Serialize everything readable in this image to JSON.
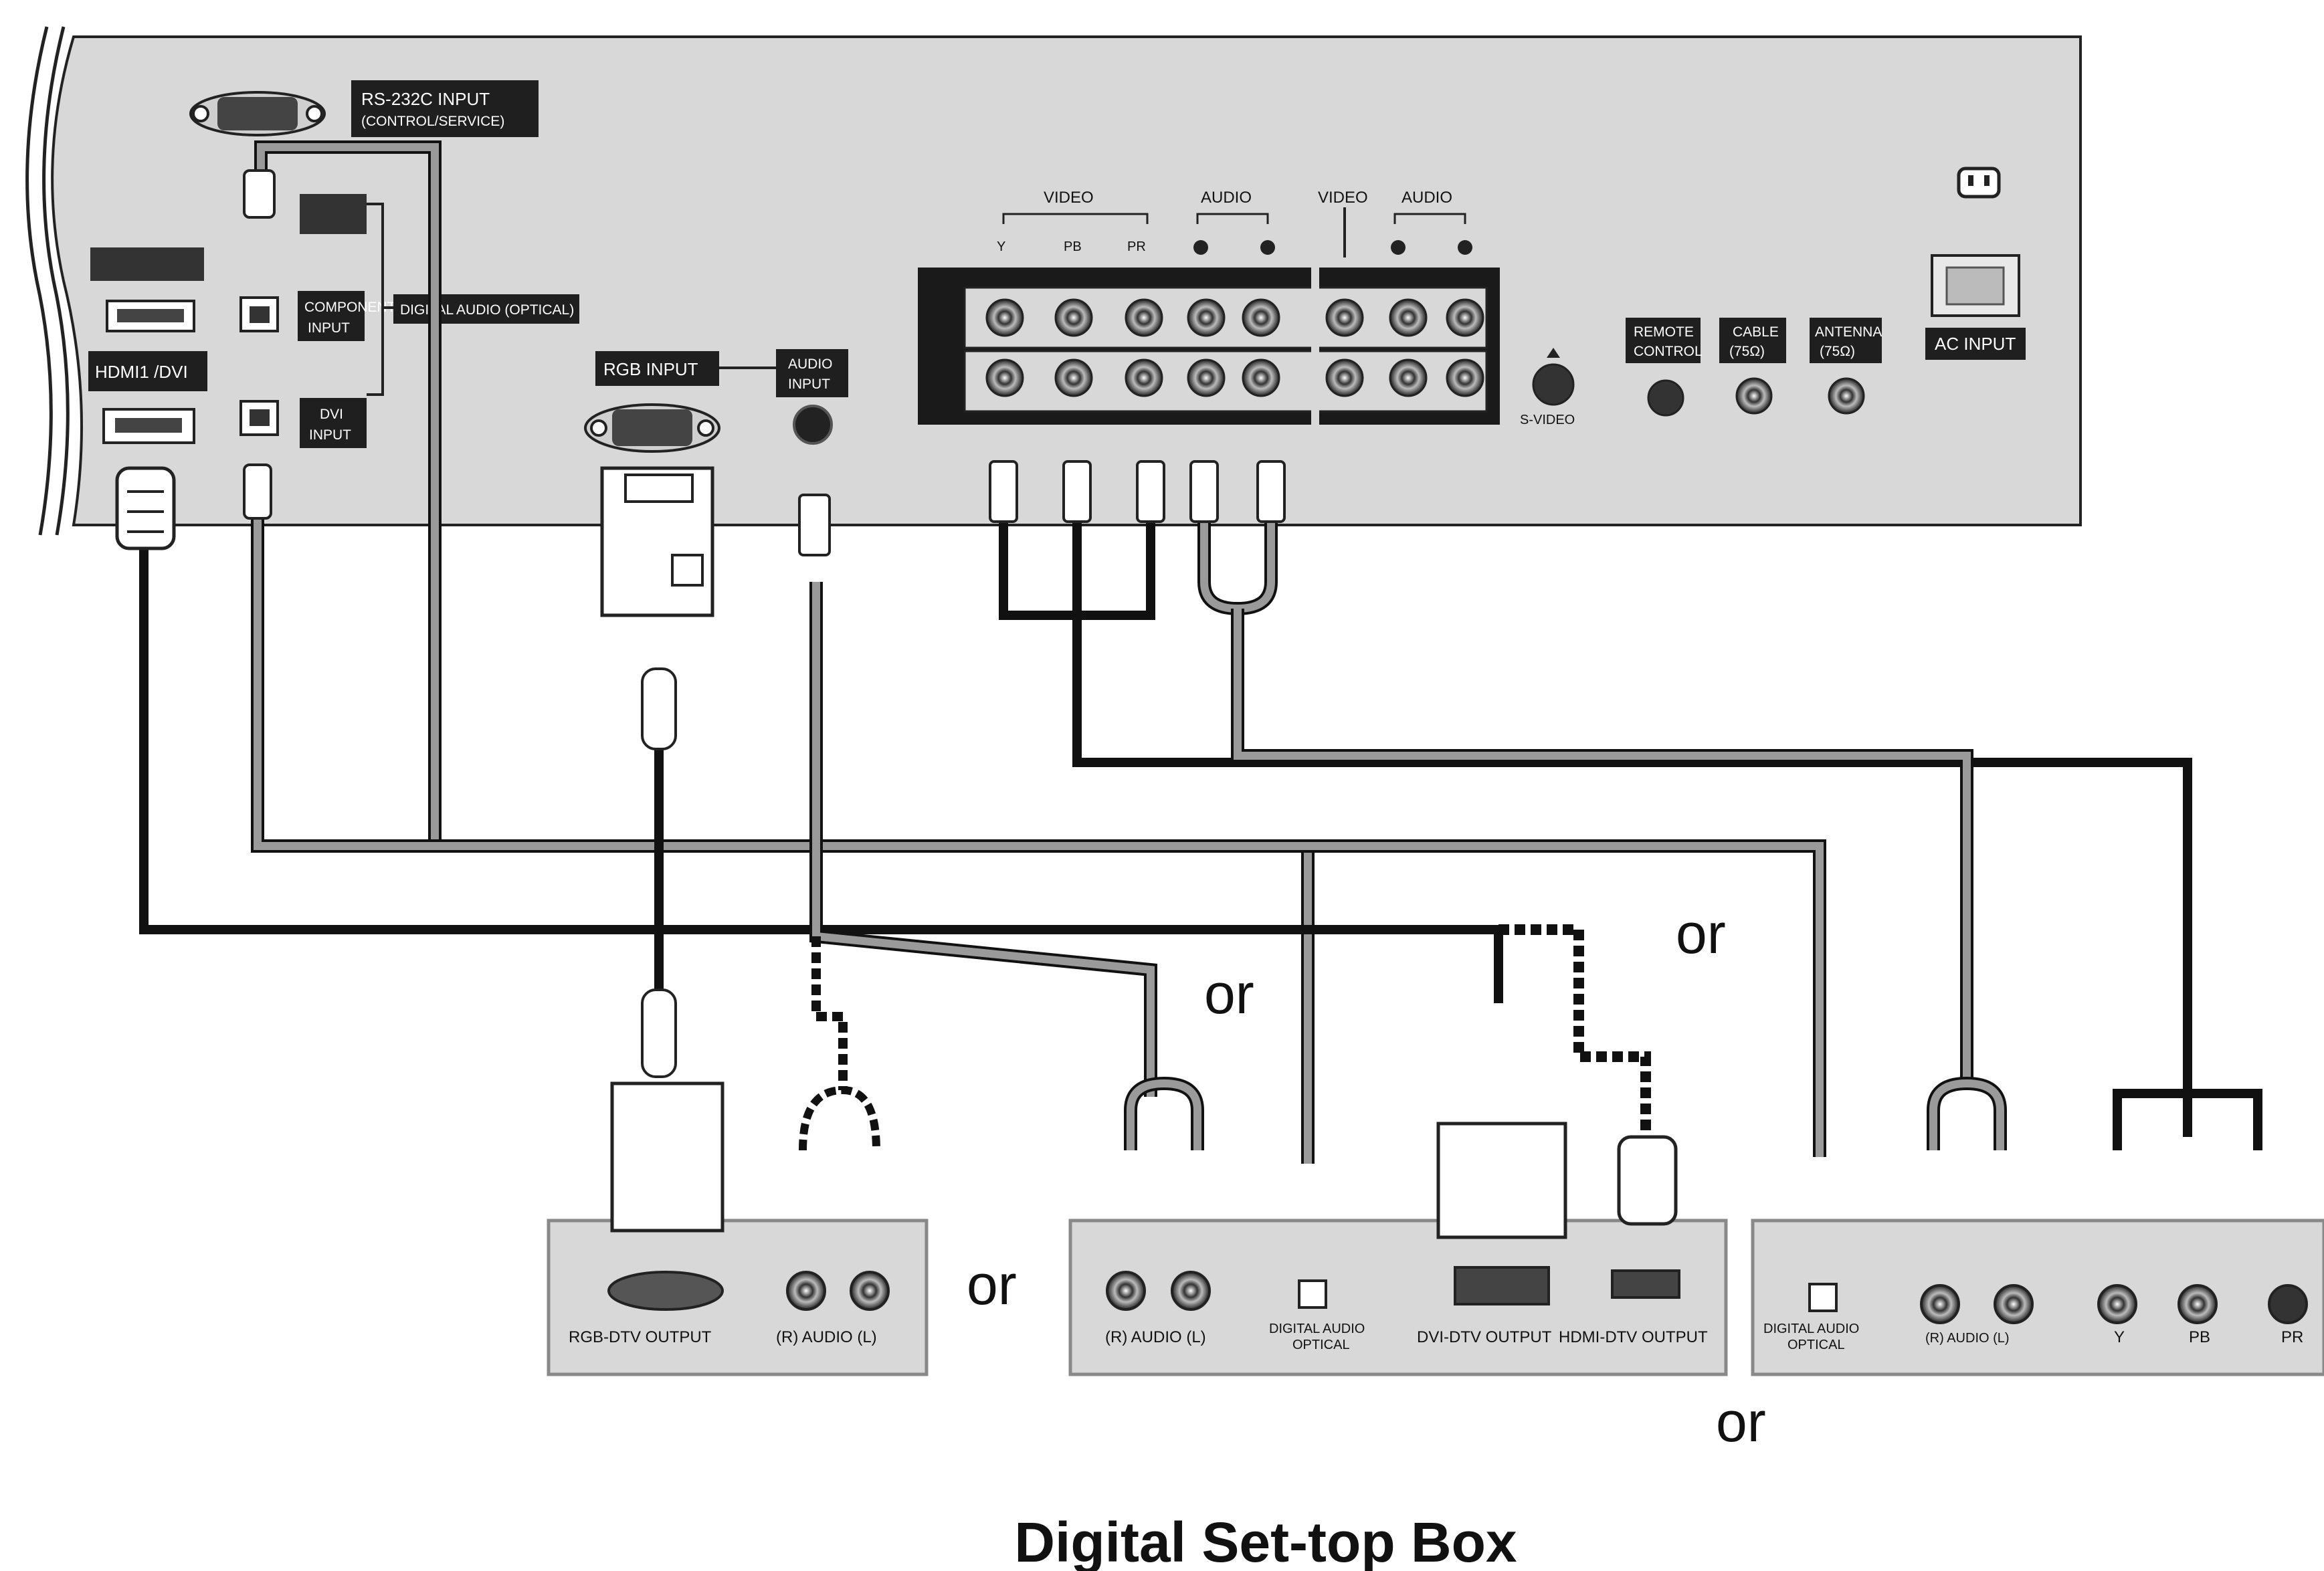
{
  "tv_panel": {
    "rs232": "RS-232C INPUT",
    "rs232_sub": "(CONTROL/SERVICE)",
    "hdmi1": "HDMI1 /DVI",
    "component_input": [
      "COMPONENT",
      "INPUT"
    ],
    "digital_audio_optical": "DIGITAL AUDIO (OPTICAL)",
    "dvi_input": [
      "DVI",
      "INPUT"
    ],
    "rgb_input": "RGB INPUT",
    "audio_input": [
      "AUDIO",
      "INPUT"
    ],
    "video_header": "VIDEO",
    "audio_header": "AUDIO",
    "video_header_2": "VIDEO",
    "audio_header_2": "AUDIO",
    "jack_y": "Y",
    "jack_pb": "PB",
    "jack_pr": "PR",
    "s_video": "S-VIDEO",
    "remote_control": [
      "REMOTE",
      "CONTROL"
    ],
    "cable": [
      "CABLE",
      "(75Ω)"
    ],
    "antenna": [
      "ANTENNA",
      "(75Ω)"
    ],
    "ac_input": "AC INPUT"
  },
  "boxes": {
    "rgb_dtv_output": "RGB-DTV OUTPUT",
    "audio_rl_1": "(R) AUDIO (L)",
    "audio_rl_2": "(R) AUDIO (L)",
    "digital_audio_optical_2": [
      "DIGITAL AUDIO",
      "OPTICAL"
    ],
    "dvi_dtv_output": "DVI-DTV OUTPUT",
    "hdmi_dtv_output": "HDMI-DTV OUTPUT",
    "digital_audio_optical_3": [
      "DIGITAL AUDIO",
      "OPTICAL"
    ],
    "audio_rl_3": "(R) AUDIO (L)",
    "out_y": "Y",
    "out_pb": "PB",
    "out_pr": "PR"
  },
  "or_labels": [
    "or",
    "or",
    "or",
    "or"
  ],
  "title": "Digital Set-top Box",
  "colors": {
    "panel": "#d9d9d9",
    "panel_edge": "#222222",
    "cable_black": "#111111",
    "cable_gray": "#9a9a9a",
    "label_box": "#1f1f1f"
  }
}
